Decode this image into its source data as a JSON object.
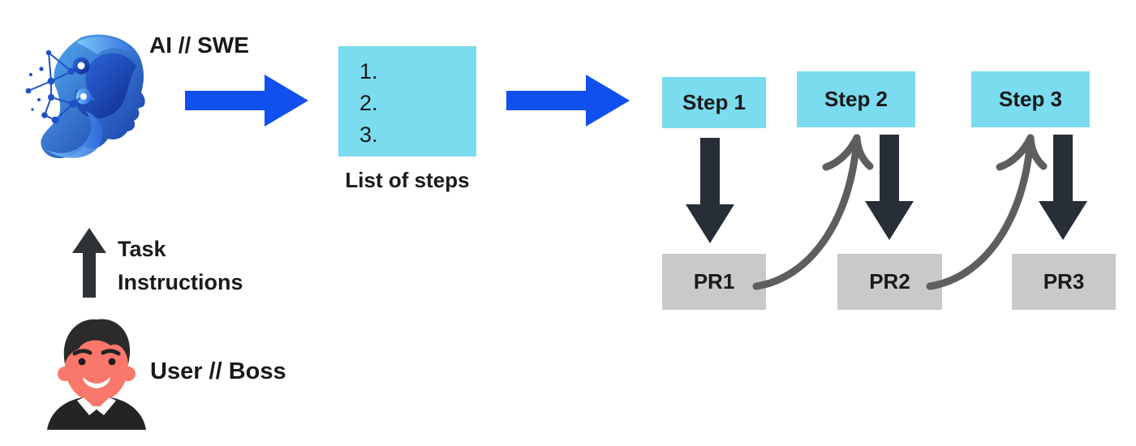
{
  "colors": {
    "background": "#ffffff",
    "cyan_box": "#7BDBEF",
    "gray_box": "#C9C9C9",
    "blue_arrow": "#1150EE",
    "dark_arrow": "#272E37",
    "task_arrow": "#2E3338",
    "curved_arrow": "#5E5E5E",
    "text": "#1A1A1A"
  },
  "actors": {
    "ai": {
      "label": "AI // SWE",
      "icon": "ai-head-icon"
    },
    "user": {
      "label": "User // Boss",
      "icon": "person-avatar-icon"
    }
  },
  "task_arrow": {
    "line1": "Task",
    "line2": "Instructions"
  },
  "list_box": {
    "items": [
      "1.",
      "2.",
      "3."
    ],
    "caption": "List of steps"
  },
  "steps": [
    {
      "label": "Step 1"
    },
    {
      "label": "Step 2"
    },
    {
      "label": "Step 3"
    }
  ],
  "prs": [
    {
      "label": "PR1"
    },
    {
      "label": "PR2"
    },
    {
      "label": "PR3"
    }
  ]
}
